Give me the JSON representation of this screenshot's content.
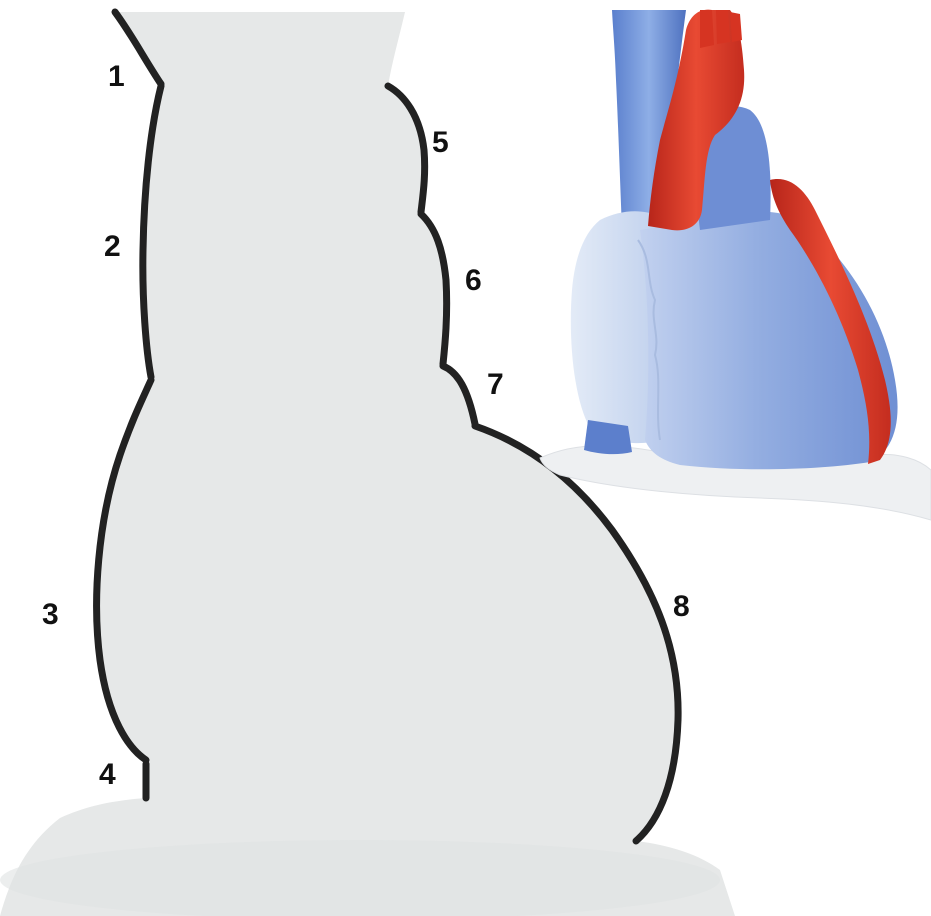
{
  "labels": {
    "l1": "1",
    "l2": "2",
    "l3": "3",
    "l4": "4",
    "l5": "5",
    "l6": "6",
    "l7": "7",
    "l8": "8"
  },
  "colors": {
    "silhouette_fill": "#e6e8e8",
    "outline": "#222222",
    "heart_blue": "#7f9bd6",
    "heart_blue_dark": "#5f7fc8",
    "heart_pale": "#c9d6ee",
    "artery_red": "#d93a26",
    "base_tissue": "#eef0f2"
  }
}
